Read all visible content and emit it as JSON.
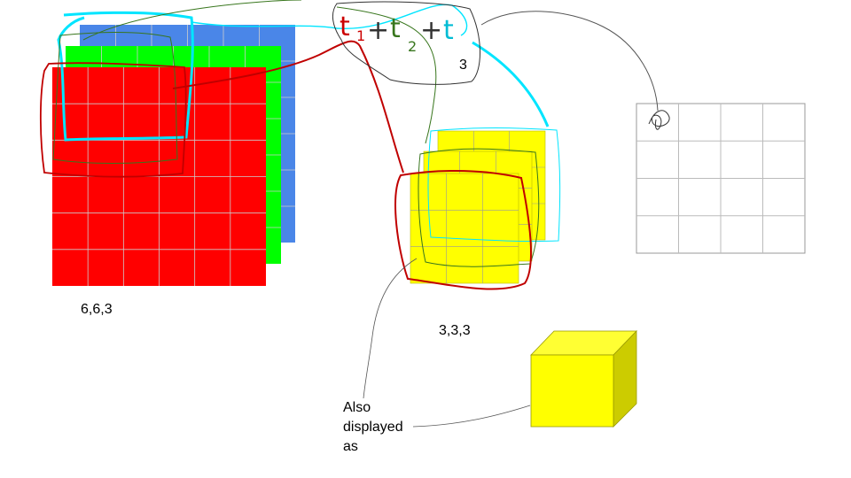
{
  "colors": {
    "blue": "#4a86e8",
    "green": "#00ff00",
    "red": "#ff0000",
    "yellow": "#ffff00",
    "cube_side": "#cccc00",
    "grid_line": "#cccccc",
    "cyan": "#00e5ff",
    "dark_red": "#c00000",
    "dark_green": "#38761d"
  },
  "labels": {
    "input_dims": "6,6,3",
    "kernel_dims": "3,3,3",
    "sum_term_one": "t",
    "sum_sub_one": "1",
    "sum_plus_one": "+",
    "sum_term_two": "t",
    "sum_sub_two": "2",
    "sum_plus_two": "+",
    "sum_term_three": "t",
    "sum_sub_three": "3",
    "also_displayed_as": [
      "Also",
      "displayed",
      "as"
    ]
  },
  "input_volume": {
    "rows": 6,
    "cols": 6,
    "channels": 3
  },
  "kernel_volume": {
    "rows": 3,
    "cols": 3,
    "channels": 3
  },
  "output_grid": {
    "rows": 4,
    "cols": 4
  }
}
